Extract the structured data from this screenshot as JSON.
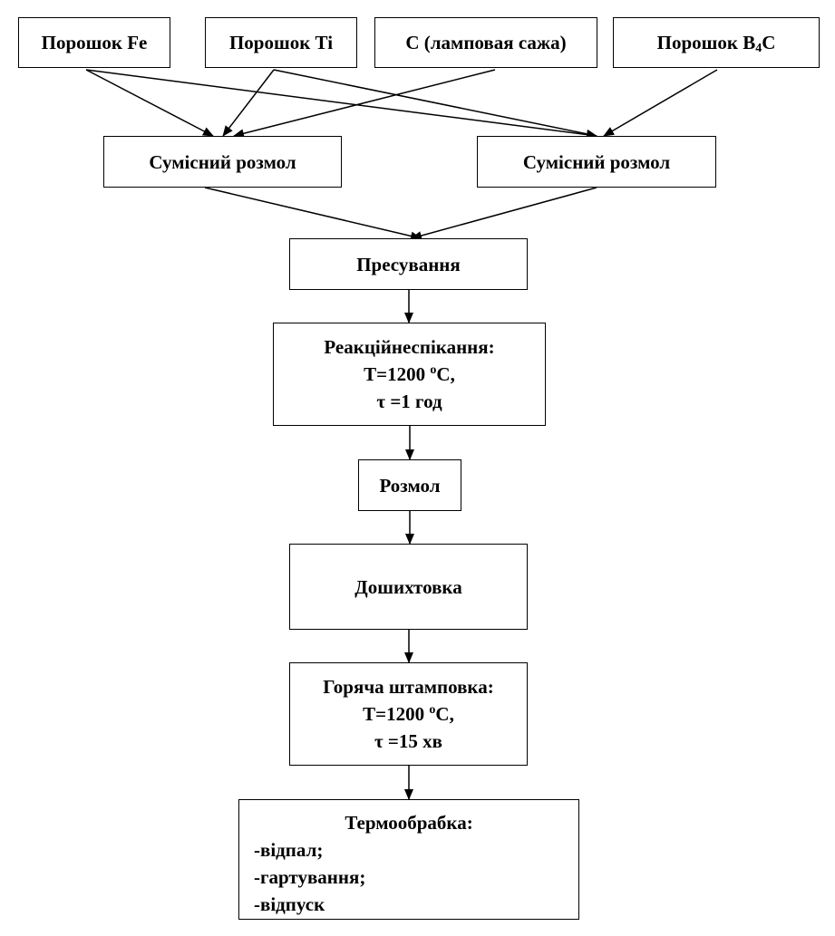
{
  "nodes": {
    "fe": {
      "label": "Порошок Fe"
    },
    "ti": {
      "label": "Порошок Ti"
    },
    "c": {
      "label": "C (ламповая сажа)"
    },
    "b4c": {
      "prefix": "Порошок B",
      "sub": "4",
      "suffix": "C"
    },
    "mill1": {
      "label": "Сумісний розмол"
    },
    "mill2": {
      "label": "Сумісний розмол"
    },
    "press": {
      "label": "Пресування"
    },
    "sinter": {
      "line1": "Реакційнеспікання:",
      "t_prefix": "T=1200 ",
      "t_sup": "o",
      "t_suffix": "C,",
      "tau": "τ =1 год"
    },
    "grind": {
      "label": "Розмол"
    },
    "mix": {
      "label": "Дошихтовка"
    },
    "stamp": {
      "line1": "Горяча штамповка:",
      "t_prefix": "T=1200 ",
      "t_sup": "o",
      "t_suffix": "C,",
      "tau": "τ =15 хв"
    },
    "heat": {
      "title": "Термообрабка:",
      "items": [
        "-відпал;",
        "-гартування;",
        "-відпуск"
      ]
    }
  },
  "edges": [
    {
      "from": "fe",
      "to": "mill1"
    },
    {
      "from": "fe",
      "to": "mill2"
    },
    {
      "from": "ti",
      "to": "mill1"
    },
    {
      "from": "ti",
      "to": "mill2"
    },
    {
      "from": "c",
      "to": "mill1"
    },
    {
      "from": "b4c",
      "to": "mill2"
    },
    {
      "from": "mill1",
      "to": "press"
    },
    {
      "from": "mill2",
      "to": "press"
    },
    {
      "from": "press",
      "to": "sinter"
    },
    {
      "from": "sinter",
      "to": "grind"
    },
    {
      "from": "grind",
      "to": "mix"
    },
    {
      "from": "mix",
      "to": "stamp"
    },
    {
      "from": "stamp",
      "to": "heat"
    }
  ]
}
